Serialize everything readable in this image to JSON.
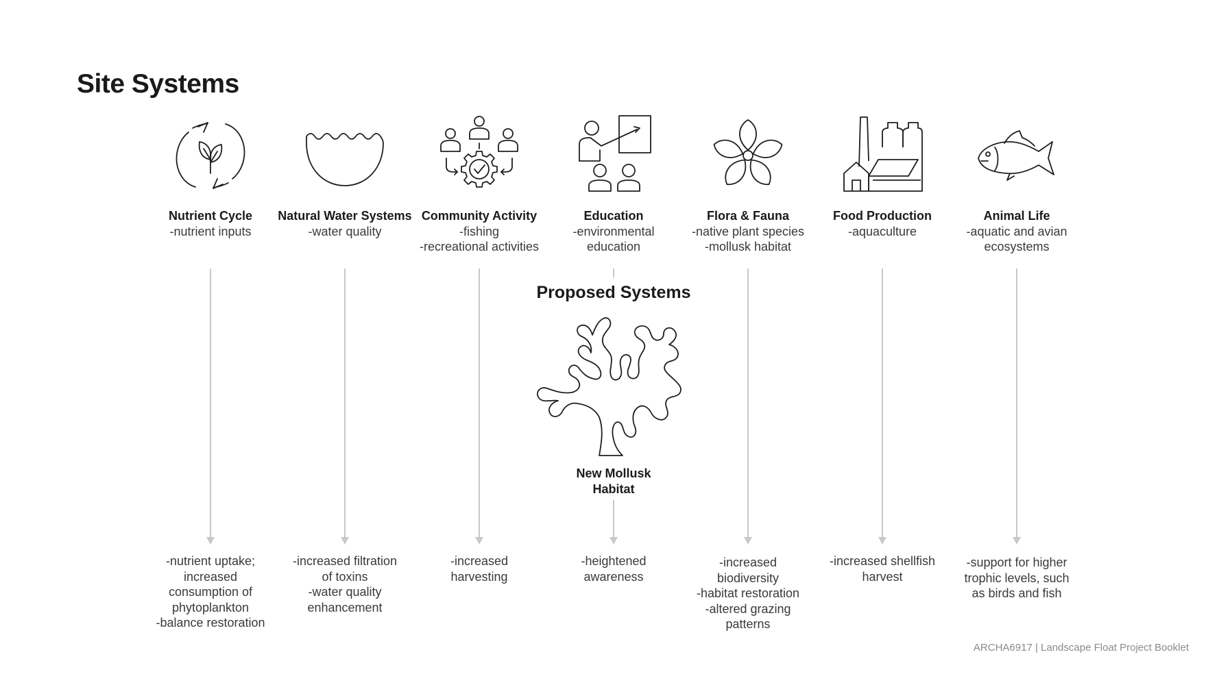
{
  "page": {
    "title": "Site Systems",
    "footer": "ARCHA6917 | Landscape Float Project Booklet"
  },
  "systems": [
    {
      "name": "Nutrient Cycle",
      "description": "-nutrient inputs",
      "outcome": "-nutrient uptake;\nincreased\nconsumption of\nphytoplankton\n-balance restoration",
      "icon": "nutrient-cycle-icon"
    },
    {
      "name": "Natural Water Systems",
      "description": "-water quality",
      "outcome": "-increased filtration\nof toxins\n-water quality\nenhancement",
      "icon": "water-icon"
    },
    {
      "name": "Community Activity",
      "description": "-fishing\n-recreational activities",
      "outcome": "-increased\nharvesting",
      "icon": "community-icon"
    },
    {
      "name": "Education",
      "description": "-environmental\neducation",
      "outcome": "-heightened\nawareness",
      "icon": "education-icon"
    },
    {
      "name": "Flora & Fauna",
      "description": "-native plant species\n-mollusk habitat",
      "outcome": "-increased\nbiodiversity\n-habitat restoration\n-altered grazing\npatterns",
      "icon": "flower-icon"
    },
    {
      "name": "Food Production",
      "description": "-aquaculture",
      "outcome": "-increased shellfish\nharvest",
      "icon": "factory-icon"
    },
    {
      "name": "Animal Life",
      "description": "-aquatic and avian\necosystems",
      "outcome": "-support for higher\ntrophic levels, such\nas birds and fish",
      "icon": "fish-icon"
    }
  ],
  "proposed": {
    "title": "Proposed Systems",
    "label": "New Mollusk\nHabitat",
    "icon": "coral-icon"
  },
  "colors": {
    "text": "#1e1e1e",
    "arrow": "#c8c8c8",
    "footer": "#8a8a8a"
  }
}
